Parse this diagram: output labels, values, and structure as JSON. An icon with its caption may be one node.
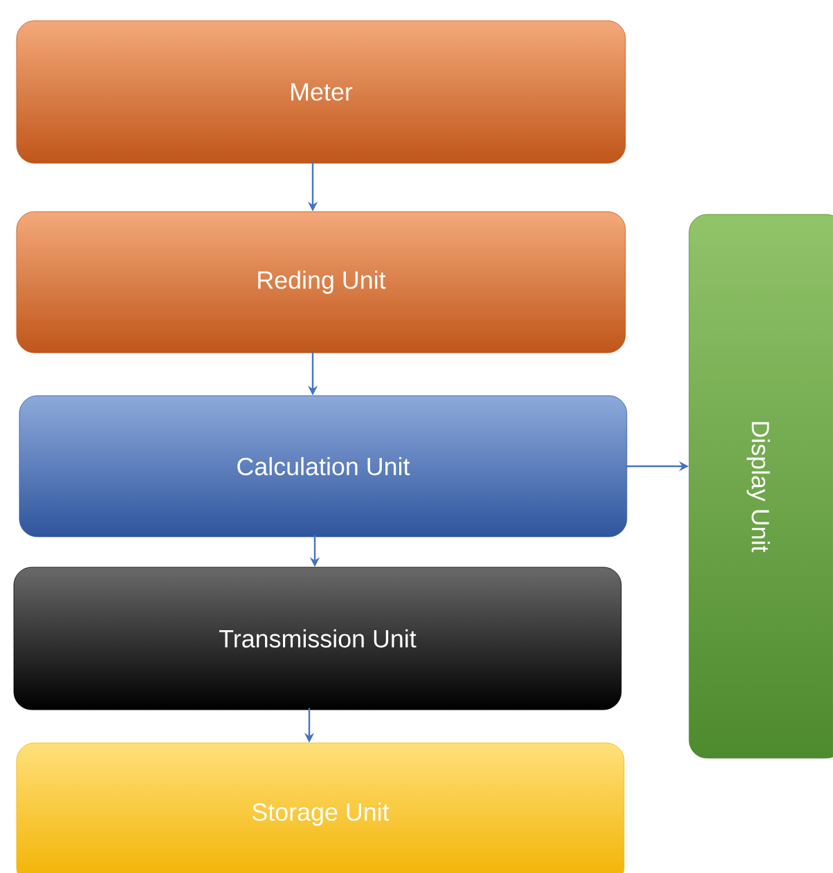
{
  "diagram": {
    "nodes": [
      {
        "text": [
          "Meter"
        ]
      },
      {
        "text": [
          "Reding Unit"
        ]
      },
      {
        "text": [
          "Calculation Unit"
        ]
      },
      {
        "text": [
          "Transmission Unit"
        ]
      },
      {
        "text": [
          "Storage Unit"
        ]
      },
      {
        "text": [
          "Display Unit"
        ]
      }
    ],
    "edges": [
      {
        "from": 0,
        "to": 1,
        "arrow": "to"
      },
      {
        "from": 1,
        "to": 2,
        "arrow": "to"
      },
      {
        "from": 2,
        "to": 3,
        "arrow": "to"
      },
      {
        "from": 3,
        "to": 4,
        "arrow": "to"
      },
      {
        "from": 2,
        "to": 5,
        "arrow": "to"
      }
    ]
  }
}
